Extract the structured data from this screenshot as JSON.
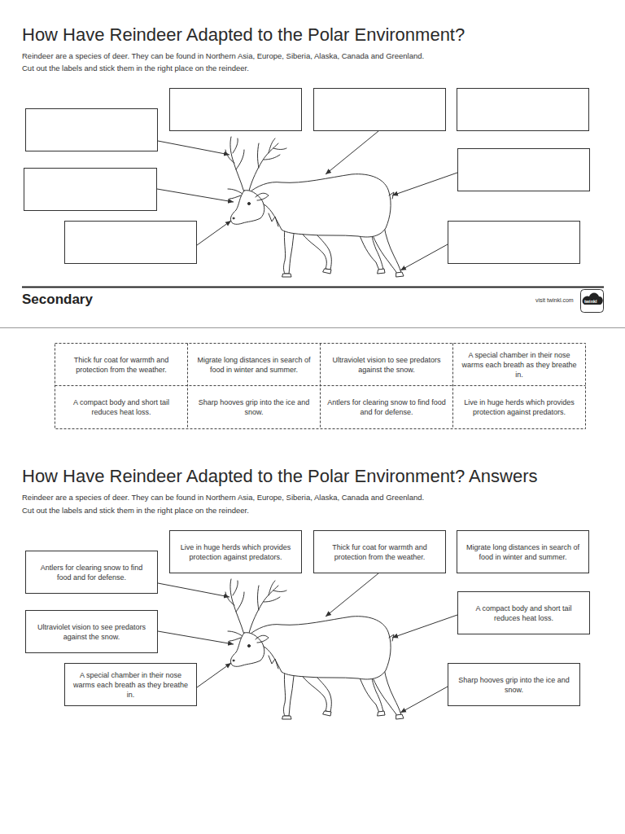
{
  "diagram": {
    "title": "How Have Reindeer Adapted to the Polar Environment?",
    "nodes": [
      {
        "text": [
          "Thick fur coat for warmth and protection from the weather."
        ]
      },
      {
        "text": [
          "Migrate long distances in search of food in winter and summer."
        ]
      },
      {
        "text": [
          "Ultraviolet vision to see predators against the snow."
        ]
      },
      {
        "text": [
          "A special chamber in their nose warms each breath as they breathe in."
        ]
      },
      {
        "text": [
          "A compact body and short tail reduces heat loss."
        ]
      },
      {
        "text": [
          "Sharp hooves grip into the ice and snow."
        ]
      },
      {
        "text": [
          "Antlers for clearing snow to find food and for defense."
        ]
      },
      {
        "text": [
          "Live in huge herds which provides protection against predators."
        ]
      },
      {
        "text": [
          "Live in huge herds which provides protection against predators."
        ]
      },
      {
        "text": [
          "Thick fur coat for warmth and protection from the weather."
        ]
      },
      {
        "text": [
          "Migrate long distances in search of food in winter and summer."
        ]
      },
      {
        "text": [
          "Antlers for clearing snow to find food and for defense."
        ]
      },
      {
        "text": [
          "A compact body and short tail reduces heat loss."
        ]
      },
      {
        "text": [
          "Ultraviolet vision to see predators against the snow."
        ]
      },
      {
        "text": [
          "A special chamber in their nose warms each breath as they breathe in."
        ]
      },
      {
        "text": [
          "Sharp hooves grip into the ice and snow."
        ]
      }
    ],
    "labels": [
      "Reindeer are a species of deer. They can be found in Northern Asia, Europe, Siberia, Alaska, Canada and Greenland.",
      "Cut out the labels and stick them in the right place on the reindeer.",
      "Secondary",
      "visit twinkl.com",
      "twinkl",
      "How Have Reindeer Adapted to the Polar Environment? Answers",
      "Reindeer are a species of deer. They can be found in Northern Asia, Europe, Siberia, Alaska, Canada and Greenland.",
      "Cut out the labels and stick them in the right place on the reindeer."
    ]
  }
}
